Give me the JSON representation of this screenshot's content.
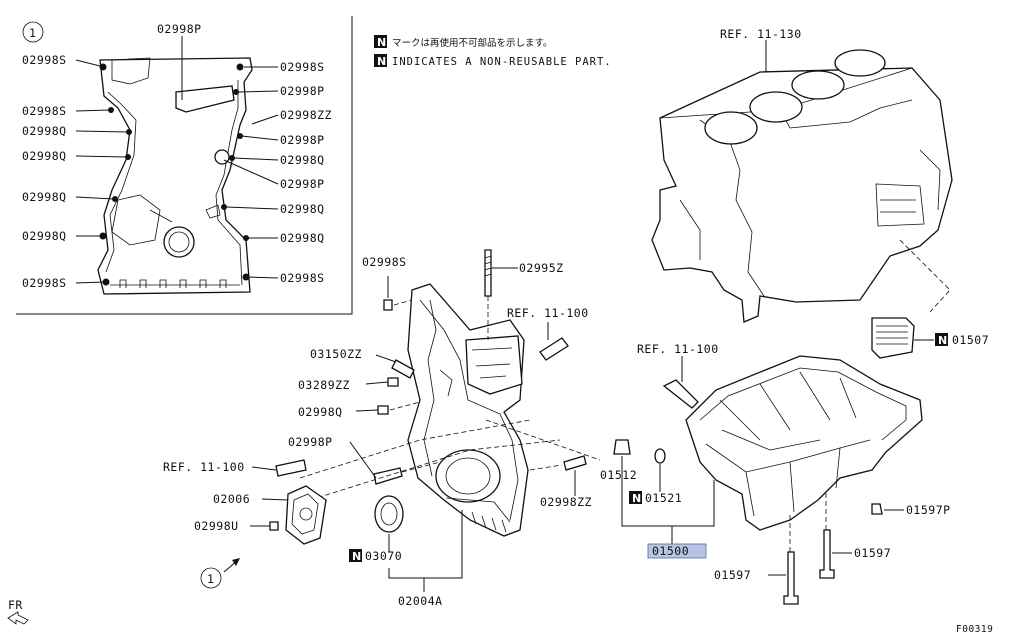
{
  "inset": {
    "circle_number": "1",
    "labels_left": [
      "02998S",
      "02998S",
      "02998Q",
      "02998Q",
      "02998Q",
      "02998Q",
      "02998S"
    ],
    "labels_top": "02998P",
    "labels_right": [
      "02998S",
      "02998P",
      "02998ZZ",
      "02998P",
      "02998Q",
      "02998P",
      "02998Q",
      "02998Q",
      "02998S"
    ]
  },
  "notes": {
    "badge": "N",
    "line1": "マークは再使用不可部品を示します。",
    "line2": "INDICATES A NON-REUSABLE PART."
  },
  "labels": {
    "ref_11_130": "REF. 11-130",
    "ref_11_100_a": "REF. 11-100",
    "ref_11_100_b": "REF. 11-100",
    "ref_11_100_c": "REF. 11-100",
    "p02998S": "02998S",
    "p02995Z": "02995Z",
    "p03150ZZ": "03150ZZ",
    "p03289ZZ": "03289ZZ",
    "p02998Q": "02998Q",
    "p02998P": "02998P",
    "p02006": "02006",
    "p02998U": "02998U",
    "p03070": "03070",
    "p02004A": "02004A",
    "p02998ZZ": "02998ZZ",
    "p01512": "01512",
    "p01521": "01521",
    "p01500": "01500",
    "p01507": "01507",
    "p01597P": "01597P",
    "p01597a": "01597",
    "p01597b": "01597",
    "circle_one": "1",
    "fr": "FR",
    "fig_code": "F00319"
  },
  "colors": {
    "highlight": "#b8c4e4",
    "line": "#111111"
  }
}
